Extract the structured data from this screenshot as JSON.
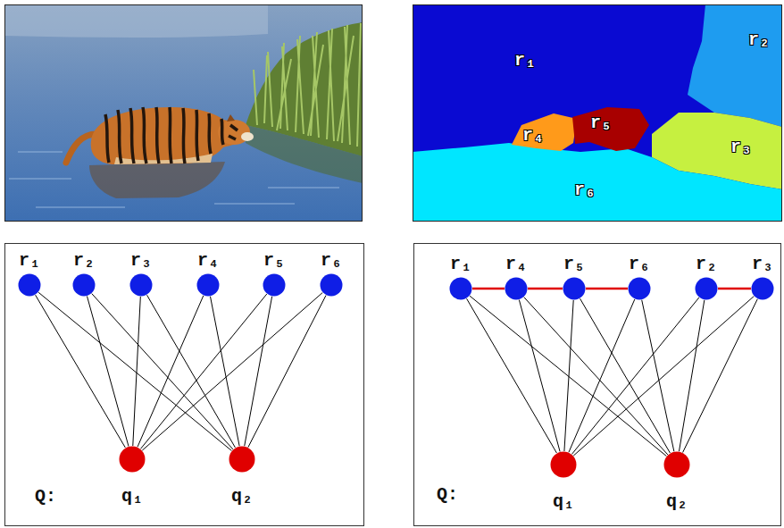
{
  "diagram": {
    "nodes": [
      {
        "text": [
          "Q:"
        ]
      },
      {
        "text": [
          "r₁"
        ],
        "in": 0
      },
      {
        "text": [
          "r₂"
        ],
        "in": 0
      },
      {
        "text": [
          "r₃"
        ],
        "in": 0
      },
      {
        "text": [
          "r₄"
        ],
        "in": 0
      },
      {
        "text": [
          "r₅"
        ],
        "in": 0
      },
      {
        "text": [
          "r₆"
        ],
        "in": 0
      },
      {
        "text": [
          "q₁"
        ],
        "in": 0
      },
      {
        "text": [
          "q₂"
        ],
        "in": 0
      },
      {
        "text": [
          "Q:"
        ]
      },
      {
        "text": [
          "r₁"
        ],
        "in": 9
      },
      {
        "text": [
          "r₄"
        ],
        "in": 9
      },
      {
        "text": [
          "r₅"
        ],
        "in": 9
      },
      {
        "text": [
          "r₆"
        ],
        "in": 9
      },
      {
        "text": [
          "r₂"
        ],
        "in": 9
      },
      {
        "text": [
          "r₃"
        ],
        "in": 9
      },
      {
        "text": [
          "q₁"
        ],
        "in": 9
      },
      {
        "text": [
          "q₂"
        ],
        "in": 9
      }
    ],
    "edges": [
      {
        "from": 1,
        "to": 7,
        "arrow": "none"
      },
      {
        "from": 1,
        "to": 8,
        "arrow": "none"
      },
      {
        "from": 2,
        "to": 7,
        "arrow": "none"
      },
      {
        "from": 2,
        "to": 8,
        "arrow": "none"
      },
      {
        "from": 3,
        "to": 7,
        "arrow": "none"
      },
      {
        "from": 3,
        "to": 8,
        "arrow": "none"
      },
      {
        "from": 4,
        "to": 7,
        "arrow": "none"
      },
      {
        "from": 4,
        "to": 8,
        "arrow": "none"
      },
      {
        "from": 5,
        "to": 7,
        "arrow": "none"
      },
      {
        "from": 5,
        "to": 8,
        "arrow": "none"
      },
      {
        "from": 6,
        "to": 7,
        "arrow": "none"
      },
      {
        "from": 6,
        "to": 8,
        "arrow": "none"
      },
      {
        "from": 10,
        "to": 16,
        "arrow": "none"
      },
      {
        "from": 10,
        "to": 17,
        "arrow": "none"
      },
      {
        "from": 11,
        "to": 16,
        "arrow": "none"
      },
      {
        "from": 11,
        "to": 17,
        "arrow": "none"
      },
      {
        "from": 12,
        "to": 16,
        "arrow": "none"
      },
      {
        "from": 12,
        "to": 17,
        "arrow": "none"
      },
      {
        "from": 13,
        "to": 16,
        "arrow": "none"
      },
      {
        "from": 13,
        "to": 17,
        "arrow": "none"
      },
      {
        "from": 14,
        "to": 16,
        "arrow": "none"
      },
      {
        "from": 14,
        "to": 17,
        "arrow": "none"
      },
      {
        "from": 15,
        "to": 16,
        "arrow": "none"
      },
      {
        "from": 15,
        "to": 17,
        "arrow": "none"
      },
      {
        "from": 10,
        "to": 11,
        "arrow": "none"
      },
      {
        "from": 11,
        "to": 12,
        "arrow": "none"
      },
      {
        "from": 12,
        "to": 13,
        "arrow": "none"
      },
      {
        "from": 14,
        "to": 15,
        "arrow": "none"
      }
    ],
    "labels": [
      "r₁",
      "r₂",
      "r₃",
      "r₄",
      "r₅",
      "r₆"
    ]
  }
}
